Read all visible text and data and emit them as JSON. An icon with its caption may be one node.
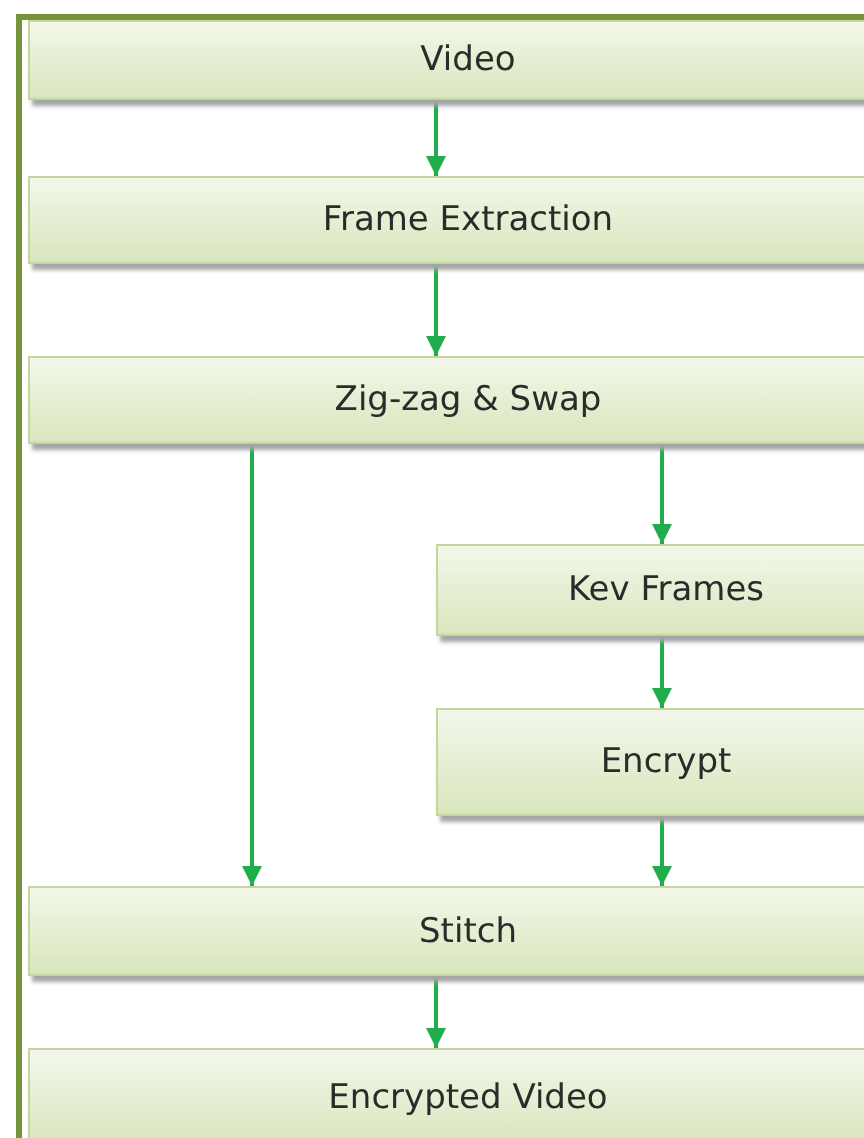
{
  "diagram": {
    "nodes": [
      {
        "text": [
          "Video"
        ]
      },
      {
        "text": [
          "Frame Extraction"
        ]
      },
      {
        "text": [
          "Zig-zag & Swap"
        ]
      },
      {
        "text": [
          "Kev Frames"
        ]
      },
      {
        "text": [
          "Encrypt"
        ]
      },
      {
        "text": [
          "Stitch"
        ]
      },
      {
        "text": [
          "Encrypted Video"
        ]
      }
    ],
    "edges": [
      {
        "from": 0,
        "to": 1,
        "arrow": "to"
      },
      {
        "from": 1,
        "to": 2,
        "arrow": "to"
      },
      {
        "from": 2,
        "to": 3,
        "arrow": "to"
      },
      {
        "from": 3,
        "to": 4,
        "arrow": "to"
      },
      {
        "from": 4,
        "to": 5,
        "arrow": "to"
      },
      {
        "from": 2,
        "to": 5,
        "arrow": "to"
      },
      {
        "from": 5,
        "to": 6,
        "arrow": "to"
      }
    ]
  }
}
